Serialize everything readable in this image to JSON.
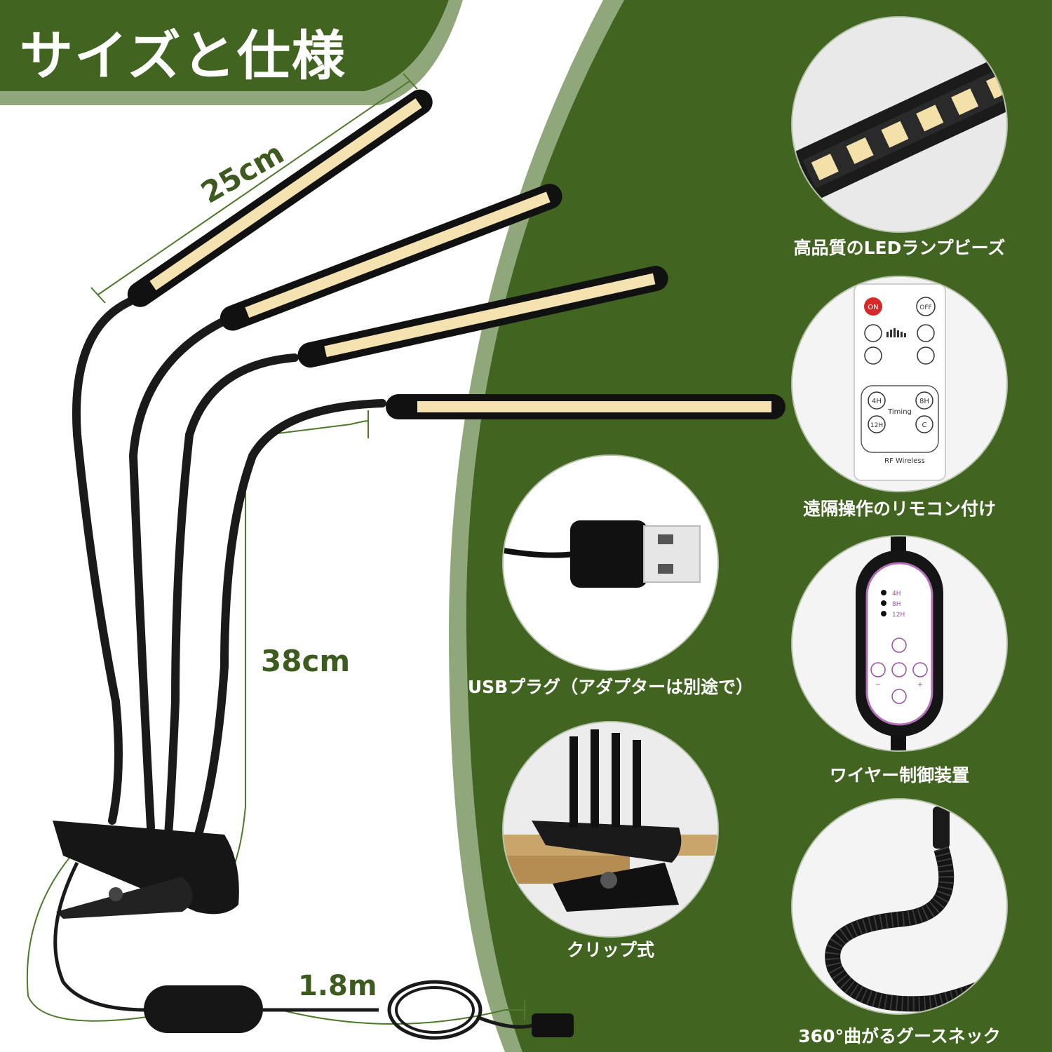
{
  "title": "サイズと仕様",
  "dimensions": {
    "length": "25cm",
    "height": "38cm",
    "cable": "1.8m"
  },
  "features": [
    {
      "caption": "高品質のLEDランプビーズ",
      "icon": "led-strip-closeup"
    },
    {
      "caption": "遠隔操作のリモコン付け",
      "icon": "remote-control"
    },
    {
      "caption": "USBプラグ（アダプターは別途で）",
      "icon": "usb-plug"
    },
    {
      "caption": "ワイヤー制御装置",
      "icon": "inline-controller"
    },
    {
      "caption": "クリップ式",
      "icon": "clip-mount"
    },
    {
      "caption": "360°曲がるグースネック",
      "icon": "gooseneck"
    }
  ],
  "remote": {
    "on": "ON",
    "off": "OFF",
    "timing": "Timing",
    "h4": "4H",
    "h8": "8H",
    "h12": "12H",
    "c": "C",
    "rf": "RF Wireless"
  },
  "controller": {
    "h4": "4H",
    "h8": "8H",
    "h12": "12H",
    "minus": "−",
    "plus": "+"
  },
  "colors": {
    "green": "#416420",
    "light_green": "#8fa77a",
    "bar": "#111111",
    "led": "#f4e2b0"
  }
}
